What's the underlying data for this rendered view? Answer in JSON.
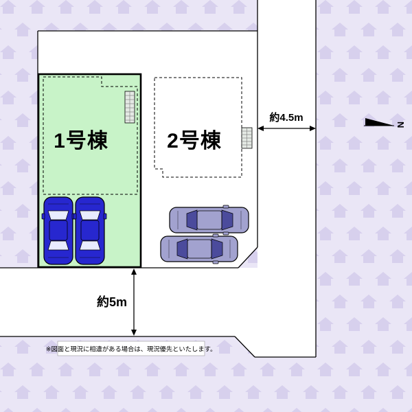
{
  "site_plan": {
    "lot1_label": "1号棟",
    "lot2_label": "2号棟",
    "right_road_width": "約4.5m",
    "bottom_road_width": "約5m",
    "north_label": "N",
    "disclaimer": "※図面と現況に相違がある場合は、現況優先といたします。"
  },
  "colors": {
    "bg": "#eae6f6",
    "pattern_house": "#d7d0ed",
    "white": "#ffffff",
    "line": "#000000",
    "lot1_green": "#c8f3c8",
    "car_blue": "#2727cf",
    "car_blue_glass": "#e8ecff",
    "car_gray": "#a2a2cf",
    "car_gray_glass": "#4b4b9c"
  }
}
